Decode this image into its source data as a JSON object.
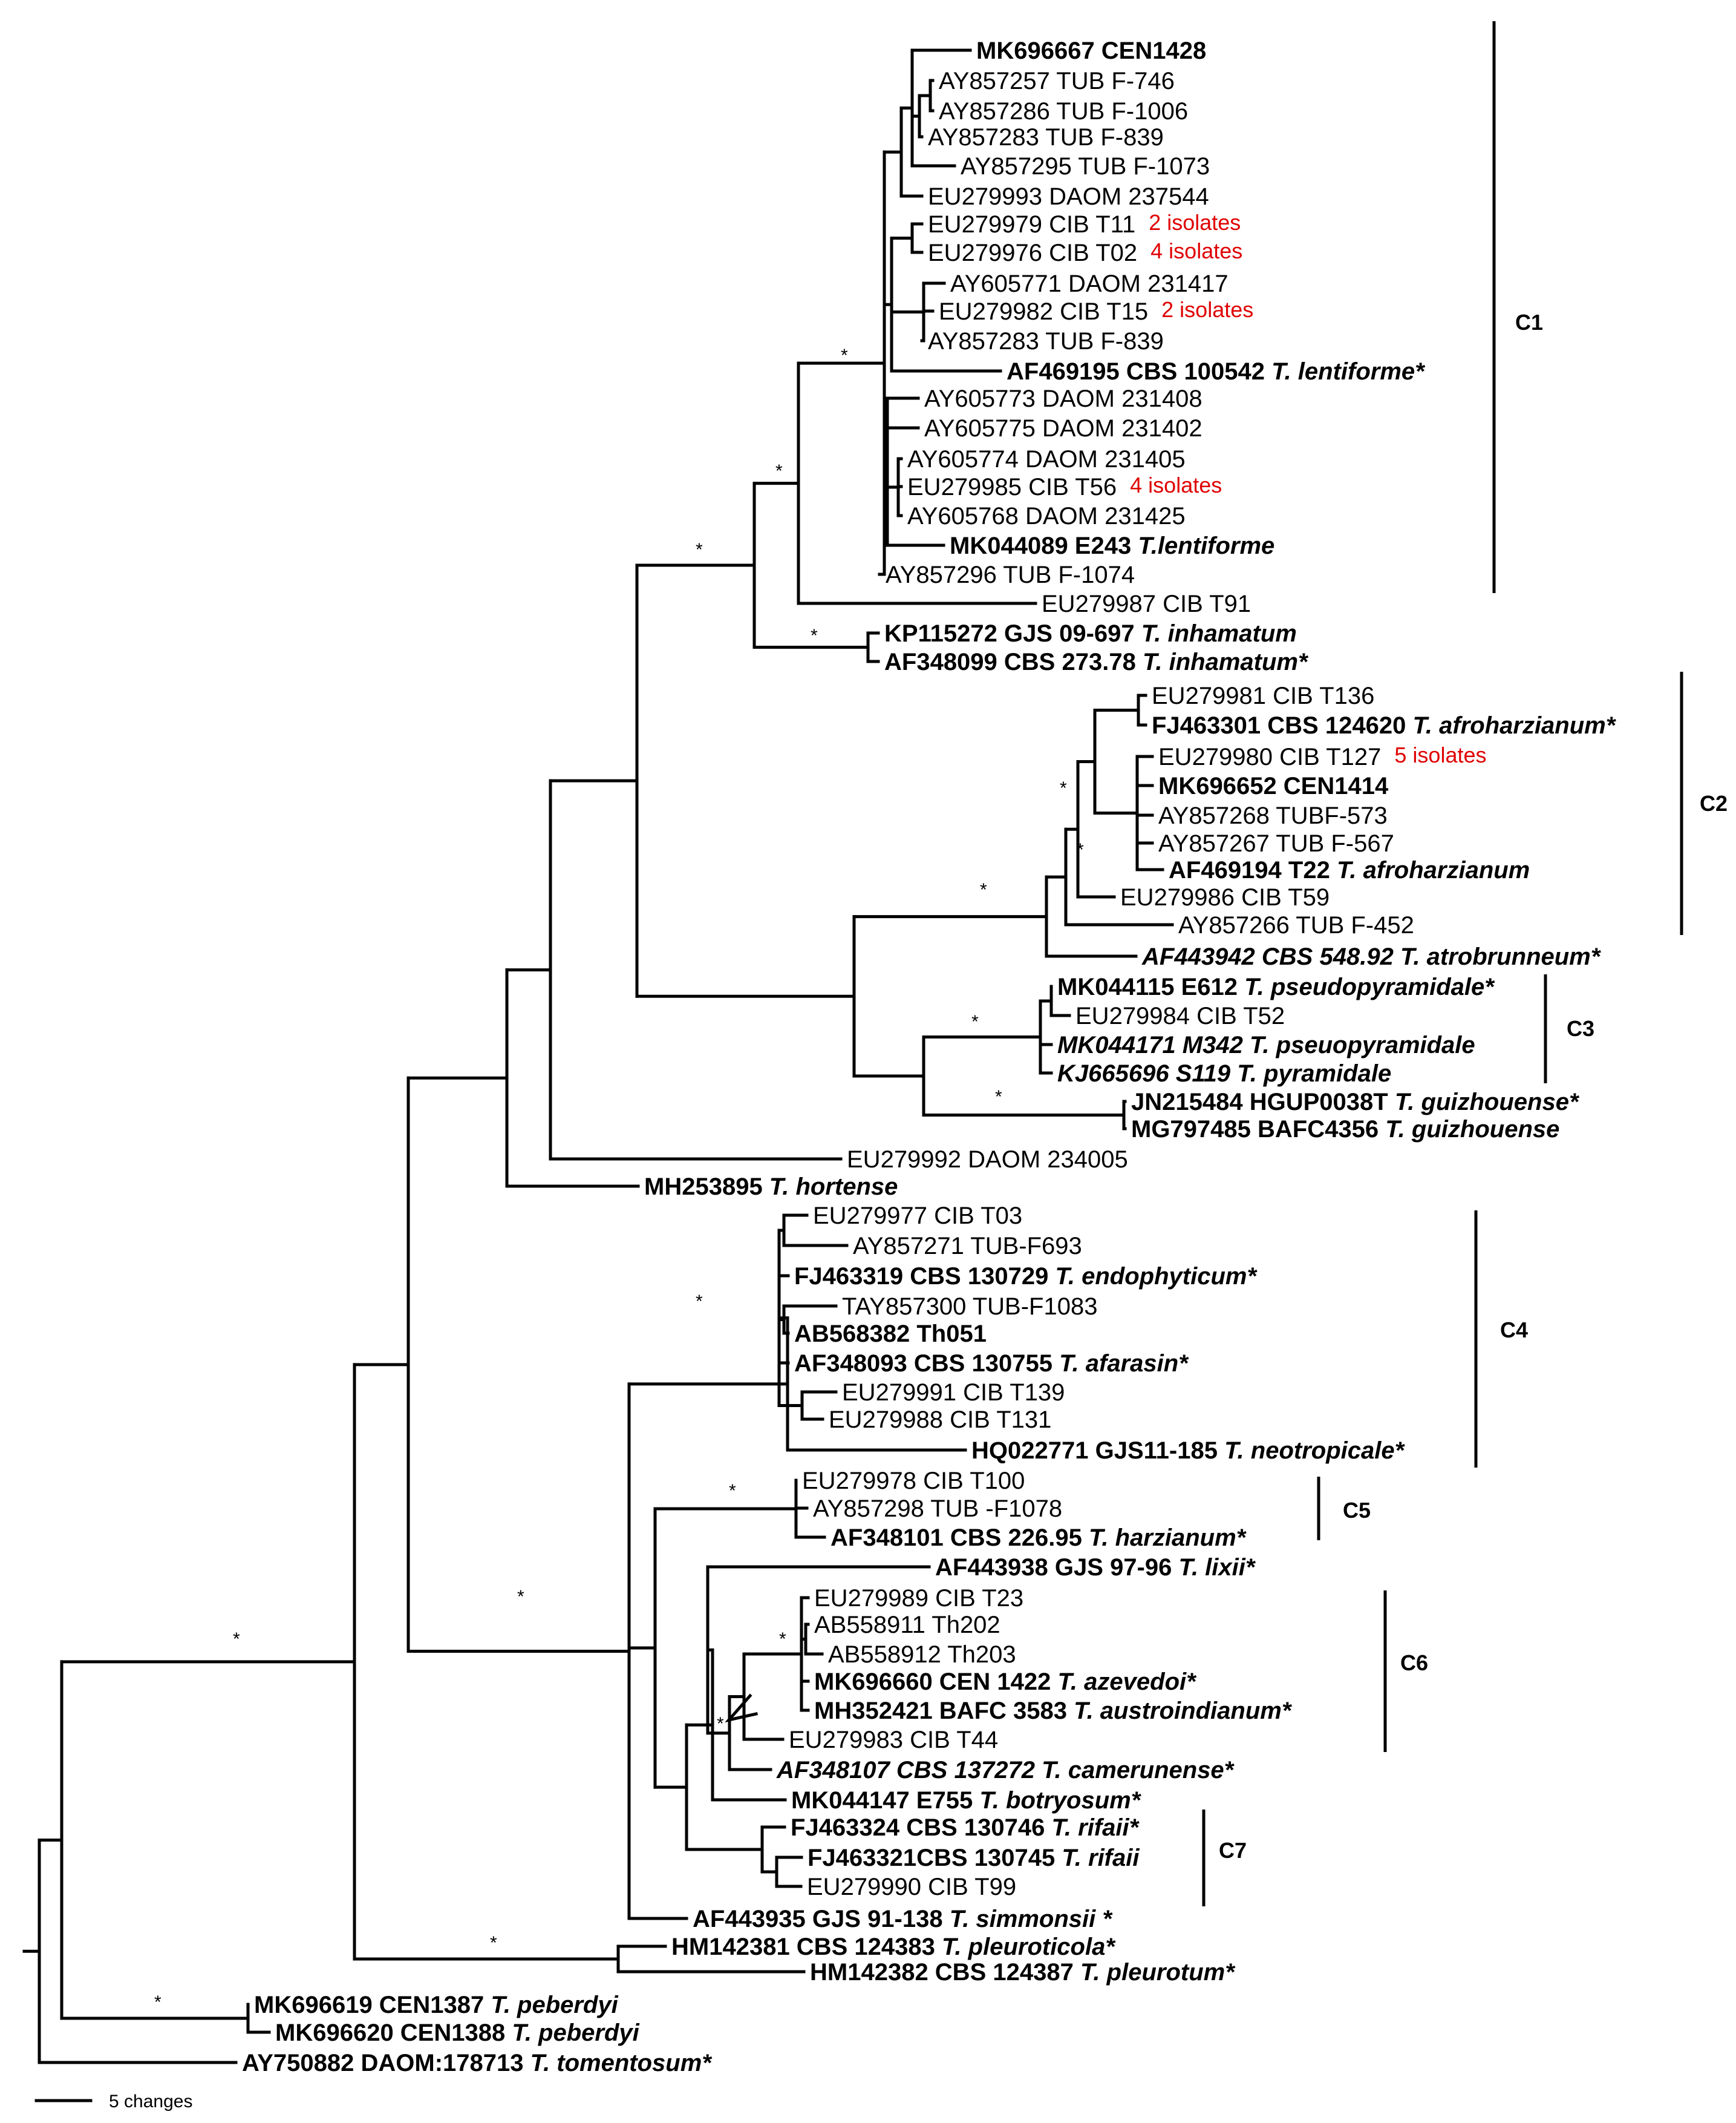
{
  "leaves": [
    {
      "acc": "MK696667",
      "rest": "CEN1428",
      "sp": "",
      "bold": true
    },
    {
      "acc": "AY857257",
      "rest": "TUB F-746",
      "sp": "",
      "bold": false
    },
    {
      "acc": "AY857286",
      "rest": "TUB F-1006",
      "sp": "",
      "bold": false
    },
    {
      "acc": "AY857283",
      "rest": "TUB F-839",
      "sp": "",
      "bold": false
    },
    {
      "acc": "AY857295",
      "rest": "TUB F-1073",
      "sp": "",
      "bold": false
    },
    {
      "acc": "EU279993",
      "rest": "DAOM 237544",
      "sp": "",
      "bold": false
    },
    {
      "acc": "EU279979",
      "rest": "CIB T11",
      "sp": "",
      "bold": false,
      "note": "2 isolates"
    },
    {
      "acc": "EU279976",
      "rest": "CIB T02",
      "sp": "",
      "bold": false,
      "note": "4 isolates"
    },
    {
      "acc": "AY605771",
      "rest": "DAOM 231417",
      "sp": "",
      "bold": false
    },
    {
      "acc": "EU279982",
      "rest": "CIB T15",
      "sp": "",
      "bold": false,
      "note": "2 isolates"
    },
    {
      "acc": "AY857283",
      "rest": "TUB F-839",
      "sp": "",
      "bold": false
    },
    {
      "acc": "AF469195",
      "rest": "CBS 100542",
      "sp": "T. lentiforme*",
      "bold": true
    },
    {
      "acc": "AY605773",
      "rest": "DAOM 231408",
      "sp": "",
      "bold": false
    },
    {
      "acc": "AY605775",
      "rest": "DAOM 231402",
      "sp": "",
      "bold": false
    },
    {
      "acc": "AY605774",
      "rest": "DAOM 231405",
      "sp": "",
      "bold": false
    },
    {
      "acc": "EU279985",
      "rest": "CIB T56",
      "sp": "",
      "bold": false,
      "note": "4 isolates"
    },
    {
      "acc": "AY605768",
      "rest": "DAOM 231425",
      "sp": "",
      "bold": false
    },
    {
      "acc": "MK044089",
      "rest": "E243",
      "sp": "T.lentiforme",
      "bold": true
    },
    {
      "acc": "AY857296",
      "rest": "TUB F-1074",
      "sp": "",
      "bold": false
    },
    {
      "acc": "EU279987",
      "rest": "CIB T91",
      "sp": "",
      "bold": false
    },
    {
      "acc": "KP115272",
      "rest": "GJS 09-697",
      "sp": "T. inhamatum",
      "bold": true
    },
    {
      "acc": "AF348099",
      "rest": "CBS 273.78",
      "sp": "T. inhamatum*",
      "bold": true
    },
    {
      "acc": "EU279981",
      "rest": "CIB T136",
      "sp": "",
      "bold": false
    },
    {
      "acc": "FJ463301",
      "rest": "CBS 124620",
      "sp": "T. afroharzianum*",
      "bold": true
    },
    {
      "acc": "EU279980",
      "rest": "CIB T127",
      "sp": "",
      "bold": false,
      "note": "5 isolates"
    },
    {
      "acc": "MK696652",
      "rest": "CEN1414",
      "sp": "",
      "bold": true
    },
    {
      "acc": "AY857268",
      "rest": "TUBF-573",
      "sp": "",
      "bold": false
    },
    {
      "acc": "AY857267",
      "rest": "TUB F-567",
      "sp": "",
      "bold": false
    },
    {
      "acc": "AF469194",
      "rest": "T22",
      "sp": "T. afroharzianum",
      "bold": true
    },
    {
      "acc": "EU279986",
      "rest": "CIB T59",
      "sp": "",
      "bold": false
    },
    {
      "acc": "AY857266",
      "rest": "TUB F-452",
      "sp": "",
      "bold": false
    },
    {
      "acc": "AF443942",
      "rest": "CBS 548.92",
      "sp": "T. atrobrunneum*",
      "bold": true,
      "allItalic": true
    },
    {
      "acc": "MK044115",
      "rest": "E612",
      "sp": "T. pseudopyramidale*",
      "bold": true
    },
    {
      "acc": "EU279984",
      "rest": "CIB T52",
      "sp": "",
      "bold": false
    },
    {
      "acc": "MK044171",
      "rest": "M342",
      "sp": "T. pseuopyramidale",
      "bold": true,
      "allItalic": true
    },
    {
      "acc": "KJ665696",
      "rest": "S119",
      "sp": "T. pyramidale",
      "bold": true,
      "allItalic": true
    },
    {
      "acc": "JN215484",
      "rest": "HGUP0038T",
      "sp": "T. guizhouense*",
      "bold": true
    },
    {
      "acc": "MG797485",
      "rest": "BAFC4356",
      "sp": "T. guizhouense",
      "bold": true
    },
    {
      "acc": "EU279992",
      "rest": "DAOM 234005",
      "sp": "",
      "bold": false
    },
    {
      "acc": "MH253895",
      "rest": "",
      "sp": "T. hortense",
      "bold": true
    },
    {
      "acc": "EU279977",
      "rest": "CIB T03",
      "sp": "",
      "bold": false
    },
    {
      "acc": "AY857271",
      "rest": "TUB-F693",
      "sp": "",
      "bold": false
    },
    {
      "acc": "FJ463319",
      "rest": "CBS 130729",
      "sp": "T. endophyticum*",
      "bold": true
    },
    {
      "acc": "TAY857300",
      "rest": "TUB-F1083",
      "sp": "",
      "bold": false
    },
    {
      "acc": "AB568382",
      "rest": "Th051",
      "sp": "",
      "bold": true
    },
    {
      "acc": "AF348093",
      "rest": "CBS 130755",
      "sp": "T. afarasin*",
      "bold": true
    },
    {
      "acc": "EU279991",
      "rest": "CIB T139",
      "sp": "",
      "bold": false
    },
    {
      "acc": "EU279988",
      "rest": "CIB T131",
      "sp": "",
      "bold": false
    },
    {
      "acc": "HQ022771",
      "rest": "GJS11-185",
      "sp": "T. neotropicale*",
      "bold": true
    },
    {
      "acc": "EU279978",
      "rest": "CIB T100",
      "sp": "",
      "bold": false
    },
    {
      "acc": "AY857298",
      "rest": "TUB -F1078",
      "sp": "",
      "bold": false
    },
    {
      "acc": "AF348101",
      "rest": "CBS 226.95",
      "sp": "T. harzianum*",
      "bold": true
    },
    {
      "acc": "AF443938",
      "rest": "GJS 97-96",
      "sp": "T. lixii*",
      "bold": true
    },
    {
      "acc": "EU279989",
      "rest": "CIB T23",
      "sp": "",
      "bold": false
    },
    {
      "acc": "AB558911",
      "rest": "Th202",
      "sp": "",
      "bold": false
    },
    {
      "acc": "AB558912",
      "rest": " Th203",
      "sp": "",
      "bold": false
    },
    {
      "acc": "MK696660",
      "rest": "CEN 1422",
      "sp": "T. azevedoi*",
      "bold": true
    },
    {
      "acc": "MH352421",
      "rest": " BAFC 3583",
      "sp": "T. austroindianum*",
      "bold": true
    },
    {
      "acc": "EU279983",
      "rest": "CIB T44",
      "sp": "",
      "bold": false
    },
    {
      "acc": "AF348107",
      "rest": "CBS 137272",
      "sp": "T. camerunense*",
      "bold": true,
      "allItalic": true
    },
    {
      "acc": "MK044147",
      "rest": "E755",
      "sp": "T. botryosum*",
      "bold": true
    },
    {
      "acc": "FJ463324",
      "rest": "CBS 130746",
      "sp": "T. rifaii*",
      "bold": true
    },
    {
      "acc": "FJ463321",
      "rest": "CBS 130745",
      "sp": "T. rifaii",
      "bold": true,
      "nospace": true
    },
    {
      "acc": "EU279990",
      "rest": "CIB T99",
      "sp": "",
      "bold": false
    },
    {
      "acc": "AF443935",
      "rest": "GJS 91-138",
      "sp": "T. simmonsii *",
      "bold": true
    },
    {
      "acc": "HM142381",
      "rest": "CBS 124383",
      "sp": "T. pleuroticola*",
      "bold": true
    },
    {
      "acc": "HM142382",
      "rest": "CBS 124387",
      "sp": "T. pleurotum*",
      "bold": true
    },
    {
      "acc": "MK696619",
      "rest": "CEN1387",
      "sp": "T. peberdyi",
      "bold": true
    },
    {
      "acc": "MK696620",
      "rest": "CEN1388",
      "sp": "T. peberdyi",
      "bold": true
    },
    {
      "acc": "AY750882",
      "rest": "DAOM:178713",
      "sp": "T. tomentosum*",
      "bold": true
    }
  ],
  "clades": [
    "C1",
    "C2",
    "C3",
    "C4",
    "C5",
    "C6",
    "C7"
  ],
  "support_mark": "*",
  "scale_label": "5 changes"
}
